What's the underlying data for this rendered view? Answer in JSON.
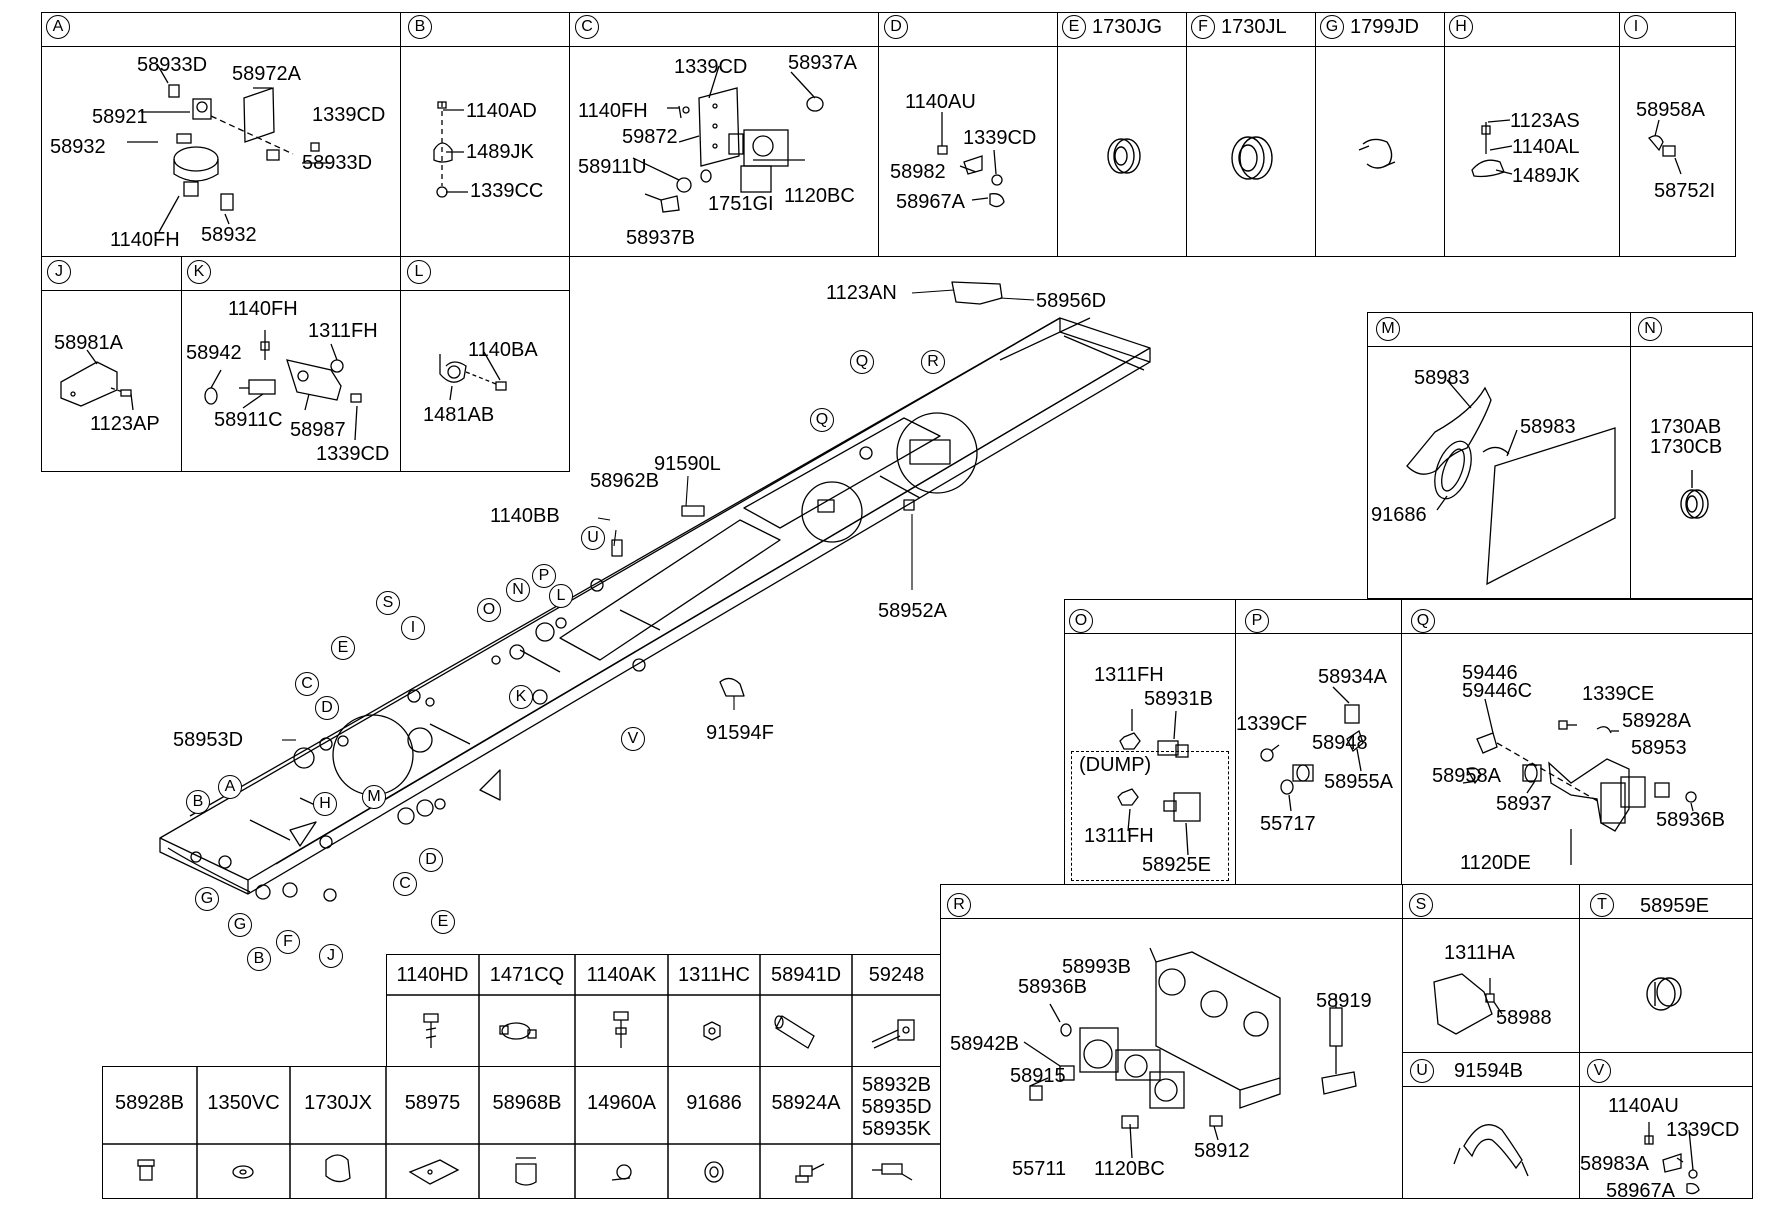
{
  "sections_top": {
    "A": {
      "letter": "A",
      "parts": [
        "58933D",
        "58972A",
        "58921",
        "1339CD",
        "58932",
        "58933D",
        "1140FH",
        "58932"
      ]
    },
    "B": {
      "letter": "B",
      "parts": [
        "1140AD",
        "1489JK",
        "1339CC"
      ]
    },
    "C": {
      "letter": "C",
      "parts": [
        "1339CD",
        "58937A",
        "1140FH",
        "59872",
        "58911U",
        "1751GI",
        "1120BC",
        "58937B"
      ]
    },
    "D": {
      "letter": "D",
      "parts": [
        "1140AU",
        "1339CD",
        "58982",
        "58967A"
      ]
    },
    "E": {
      "letter": "E",
      "code": "1730JG"
    },
    "F": {
      "letter": "F",
      "code": "1730JL"
    },
    "G": {
      "letter": "G",
      "code": "1799JD"
    },
    "H": {
      "letter": "H",
      "parts": [
        "1123AS",
        "1140AL",
        "1489JK"
      ]
    },
    "I": {
      "letter": "I",
      "parts": [
        "58958A",
        "58752I"
      ]
    },
    "J": {
      "letter": "J",
      "parts": [
        "58981A",
        "1123AP"
      ]
    },
    "K": {
      "letter": "K",
      "parts": [
        "1140FH",
        "1311FH",
        "58942",
        "58911C",
        "58987",
        "1339CD"
      ]
    },
    "L": {
      "letter": "L",
      "parts": [
        "1140BA",
        "1481AB"
      ]
    }
  },
  "frame_labels": [
    "1123AN",
    "58956D",
    "91590L",
    "58962B",
    "1140BB",
    "58952A",
    "58953D",
    "91594F"
  ],
  "frame_markers": [
    "Q",
    "R",
    "Q",
    "U",
    "P",
    "N",
    "L",
    "O",
    "S",
    "I",
    "E",
    "C",
    "D",
    "K",
    "V",
    "M",
    "B",
    "A",
    "H",
    "G",
    "G",
    "B",
    "F",
    "J",
    "C",
    "D",
    "E"
  ],
  "sections_right": {
    "M": {
      "letter": "M",
      "parts": [
        "58983",
        "58983",
        "91686"
      ]
    },
    "N": {
      "letter": "N",
      "parts": [
        "1730AB",
        "1730CB"
      ]
    },
    "O": {
      "letter": "O",
      "parts": [
        "1311FH",
        "58931B",
        "(DUMP)",
        "1311FH",
        "58925E"
      ]
    },
    "P": {
      "letter": "P",
      "parts": [
        "58934A",
        "1339CF",
        "58948",
        "58955A",
        "55717"
      ]
    },
    "Q": {
      "letter": "Q",
      "parts": [
        "59446",
        "59446C",
        "1339CE",
        "58928A",
        "58953",
        "58958A",
        "58937",
        "58936B",
        "1120DE"
      ]
    },
    "R": {
      "letter": "R",
      "parts": [
        "58993B",
        "58936B",
        "58919",
        "58942B",
        "58915",
        "55711",
        "1120BC",
        "58912"
      ]
    },
    "S": {
      "letter": "S",
      "parts": [
        "1311HA",
        "58988"
      ]
    },
    "T": {
      "letter": "T",
      "code": "58959E"
    },
    "U": {
      "letter": "U",
      "code": "91594B"
    },
    "V": {
      "letter": "V",
      "parts": [
        "1140AU",
        "1339CD",
        "58983A",
        "58967A"
      ]
    }
  },
  "table_row1": [
    "1140HD",
    "1471CQ",
    "1140AK",
    "1311HC",
    "58941D",
    "59248"
  ],
  "table_row2": [
    "58928B",
    "1350VC",
    "1730JX",
    "58975",
    "58968B",
    "14960A",
    "91686",
    "58924A",
    "58932B\n58935D\n58935K"
  ]
}
